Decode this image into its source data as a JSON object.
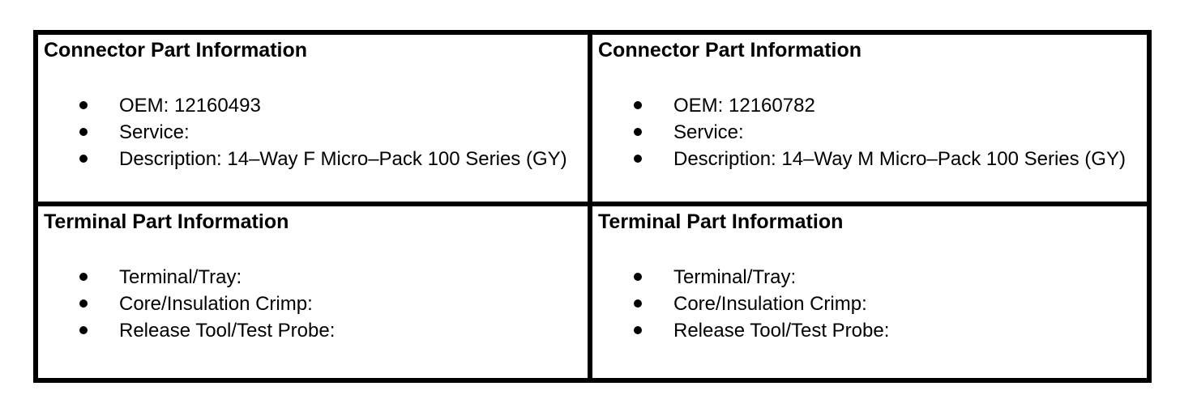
{
  "page": {
    "background_color": "#ffffff",
    "border_color": "#000000",
    "text_color": "#000000"
  },
  "panels": {
    "connector_left": {
      "title": "Connector Part Information",
      "items": [
        "OEM: 12160493",
        "Service:",
        "Description: 14–Way F Micro–Pack 100 Series (GY)"
      ]
    },
    "connector_right": {
      "title": "Connector Part Information",
      "items": [
        "OEM: 12160782",
        "Service:",
        "Description: 14–Way M Micro–Pack 100 Series (GY)"
      ]
    },
    "terminal_left": {
      "title": "Terminal Part Information",
      "items": [
        "Terminal/Tray:",
        "Core/Insulation Crimp:",
        "Release Tool/Test Probe:"
      ]
    },
    "terminal_right": {
      "title": "Terminal Part Information",
      "items": [
        "Terminal/Tray:",
        "Core/Insulation Crimp:",
        "Release Tool/Test Probe:"
      ]
    }
  }
}
